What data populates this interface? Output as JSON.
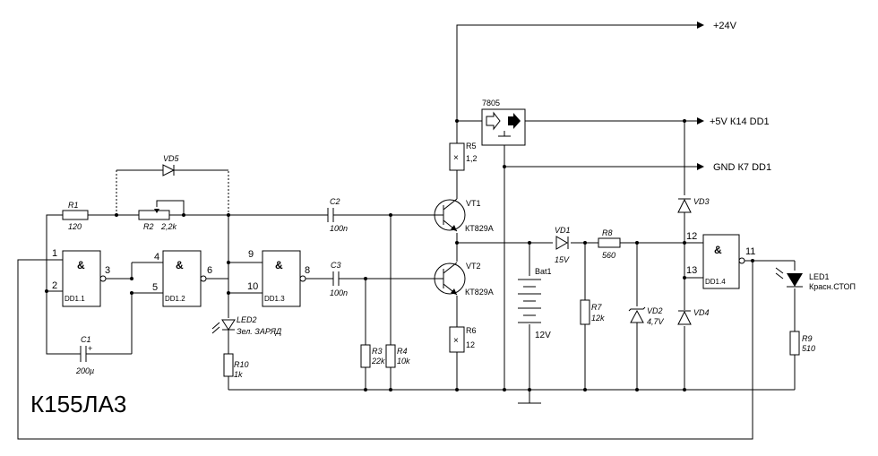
{
  "title": "К155ЛА3",
  "rails": {
    "v24": "+24V",
    "v5": "+5V К14  DD1",
    "gnd": "GND  К7  DD1"
  },
  "gates": {
    "dd1_1": {
      "symbol": "&",
      "name": "DD1.1",
      "in_a": "1",
      "in_b": "2",
      "out": "3"
    },
    "dd1_2": {
      "symbol": "&",
      "name": "DD1.2",
      "in_a": "4",
      "in_b": "5",
      "out": "6"
    },
    "dd1_3": {
      "symbol": "&",
      "name": "DD1.3",
      "in_a": "9",
      "in_b": "10",
      "out": "8"
    },
    "dd1_4": {
      "symbol": "&",
      "name": "DD1.4",
      "in_a": "12",
      "in_b": "13",
      "out": "11"
    }
  },
  "components": {
    "r1": {
      "ref": "R1",
      "value": "120"
    },
    "r2": {
      "ref": "R2",
      "value": "2,2k"
    },
    "r3": {
      "ref": "R3",
      "value": "22k"
    },
    "r4": {
      "ref": "R4",
      "value": "10k"
    },
    "r5": {
      "ref": "R5",
      "value": "1,2"
    },
    "r6": {
      "ref": "R6",
      "value": "12"
    },
    "r7": {
      "ref": "R7",
      "value": "12k"
    },
    "r8": {
      "ref": "R8",
      "value": "560"
    },
    "r9": {
      "ref": "R9",
      "value": "510"
    },
    "r10": {
      "ref": "R10",
      "value": "1k"
    },
    "c1": {
      "ref": "C1",
      "value": "200µ",
      "polarity": "+"
    },
    "c2": {
      "ref": "C2",
      "value": "100n"
    },
    "c3": {
      "ref": "C3",
      "value": "100n"
    },
    "vd5": {
      "ref": "VD5"
    },
    "vd1": {
      "ref": "VD1",
      "value": "15V"
    },
    "vd2": {
      "ref": "VD2",
      "value": "4,7V"
    },
    "vd3": {
      "ref": "VD3"
    },
    "vd4": {
      "ref": "VD4"
    },
    "vt1": {
      "ref": "VT1",
      "type": "КТ829А"
    },
    "vt2": {
      "ref": "VT2",
      "type": "КТ829А"
    },
    "reg": {
      "ref": "7805"
    },
    "bat": {
      "ref": "Bat1",
      "value": "12V"
    },
    "led1": {
      "ref": "LED1",
      "desc": "Красн.СТОП"
    },
    "led2": {
      "ref": "LED2",
      "desc": "Зел. ЗАРЯД"
    }
  }
}
